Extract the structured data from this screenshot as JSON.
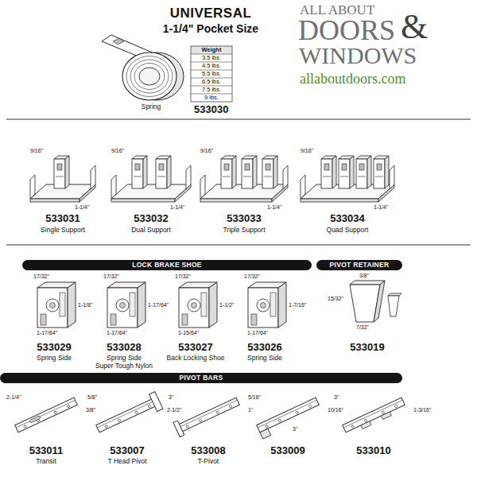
{
  "diagram": {
    "title": "UNIVERSAL",
    "nodes": [
      {
        "text": [
          "LOCK BRAKE SHOE"
        ]
      },
      {
        "text": [
          "PIVOT RETAINER"
        ]
      },
      {
        "text": [
          "PIVOT BARS"
        ]
      }
    ],
    "labels": [
      "1-1/4\" Pocket Size",
      "Weight",
      "3.5 lbs.",
      "4.5 lbs.",
      "5.5 lbs.",
      "6.5 lbs.",
      "7.5 lbs.",
      "9 lbs.",
      "Spring",
      "533030",
      "ALL ABOUT",
      "DOORS",
      "&",
      "WINDOWS",
      "allaboutdoors.com",
      "9/16\"",
      "1-1/4\"",
      "533031",
      "Single Support",
      "9/16\"",
      "1-1/4\"",
      "533032",
      "Dual Support",
      "9/16\"",
      "1-1/4\"",
      "533033",
      "Triple Support",
      "9/16\"",
      "1-1/4\"",
      "533034",
      "Quad Support",
      "17/32\"",
      "1-1/8\"",
      "1-17/64\"",
      "533029",
      "Spring Side",
      "17/32\"",
      "1-17/64\"",
      "1-17/64\"",
      "533028",
      "Spring Side",
      "Super Tough Nylon",
      "17/32\"",
      "1-1/2\"",
      "1-15/64\"",
      "533027",
      "Back Locking Shoe",
      "17/32\"",
      "1-7/16\"",
      "1-17/64\"",
      "533026",
      "Spring Side",
      "3/8\"",
      "15/32\"",
      "7/32\"",
      "533019",
      "2-1/4\"",
      "3/8\"",
      "533011",
      "Transit",
      "5/8\"",
      "2-1/2\"",
      "533007",
      "T Head Pivot",
      "3\"",
      "1\"",
      "533008",
      "T-Pivot",
      "5/16\"",
      "10/16\"",
      "3\"",
      "533009",
      "3\"",
      "1-3/16\"",
      "533010"
    ]
  }
}
